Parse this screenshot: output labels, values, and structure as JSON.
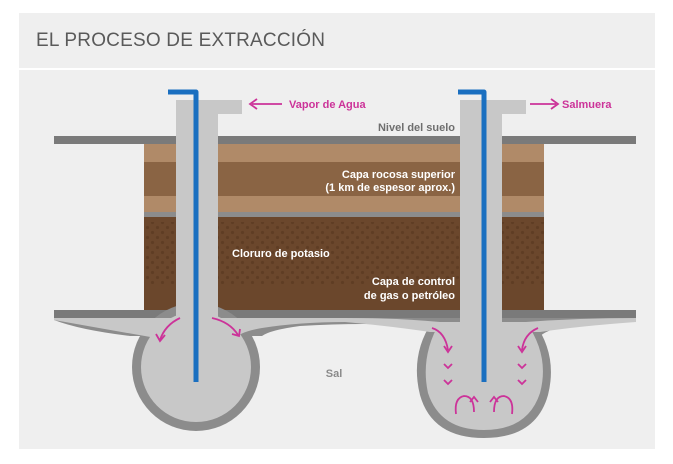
{
  "title": "EL PROCESO DE EXTRACCIÓN",
  "labels": {
    "vapor": "Vapor de Agua",
    "salmuera": "Salmuera",
    "nivel": "Nivel del suelo",
    "capa_rocosa_1": "Capa rocosa superior",
    "capa_rocosa_2": "(1 km de espesor aprox.)",
    "cloruro": "Cloruro de potasio",
    "capa_control_1": "Capa de control",
    "capa_control_2": "de gas o petróleo",
    "sal": "Sal"
  },
  "colors": {
    "accent": "#cc3399",
    "pipe": "#1a6fc0",
    "ground_line": "#7a7a7a",
    "shaft": "#c8c8c8",
    "cavern_wall": "#8c8c8c",
    "rock_light": "#b08a68",
    "rock_dark": "#7a5638",
    "potash": "#6b472c"
  }
}
